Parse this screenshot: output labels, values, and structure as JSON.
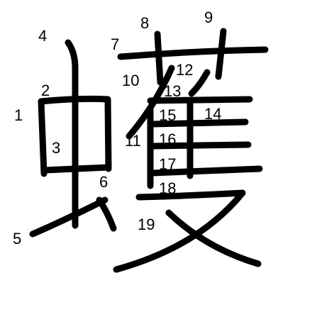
{
  "character": "蠖",
  "stroke_numbers": [
    "1",
    "2",
    "3",
    "4",
    "5",
    "6",
    "7",
    "8",
    "9",
    "10",
    "11",
    "12",
    "13",
    "14",
    "15",
    "16",
    "17",
    "18",
    "19"
  ],
  "colors": {
    "stroke": "#000000",
    "background": "#ffffff"
  }
}
